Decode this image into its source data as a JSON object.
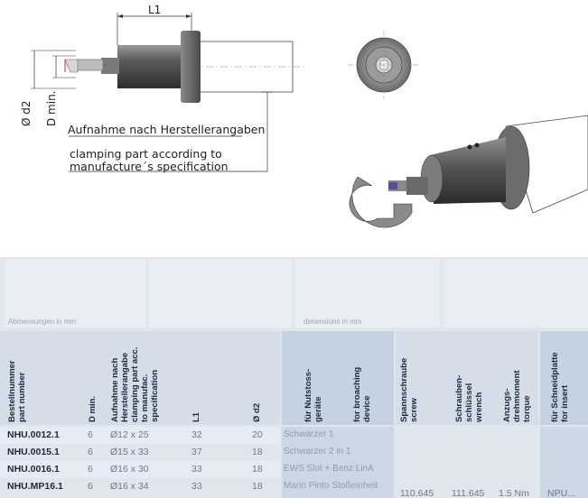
{
  "drawing": {
    "dim_l1": "L1",
    "dim_d2": "Ø d2",
    "dim_dmin": "D min.",
    "caption_de": "Aufnahme nach Herstellerangaben",
    "caption_en_line1": "clamping part according to",
    "caption_en_line2": "manufacture´s specification"
  },
  "table": {
    "units_de": "Abmessungen in mm",
    "units_en": "dimensions in mm",
    "headers": {
      "part_number": [
        "Bestellnummer",
        "part number"
      ],
      "dmin": "D min.",
      "clamping": [
        "Aufnahme nach",
        "Herstellerangabe",
        "clamping part acc.",
        "to manufac.",
        "specification"
      ],
      "l1": "L1",
      "d2": "Ø d2",
      "broaching": [
        "für Nutstoss-",
        "geräte"
      ],
      "broaching_en": [
        "for broaching",
        "device"
      ],
      "screw": [
        "Spannschraube",
        "screw"
      ],
      "wrench": [
        "Schrauben-",
        "schlüssel",
        "wrench"
      ],
      "torque": [
        "Anzugs-",
        "drehmoment",
        "torque"
      ],
      "insert": [
        "für Schneidplatte",
        "for insert"
      ]
    },
    "rows": [
      {
        "part": "NHU.0012.1",
        "dmin": "6",
        "clamp": "Ø12 x 25",
        "l1": "32",
        "d2": "20",
        "device": "Schwarzer 1"
      },
      {
        "part": "NHU.0015.1",
        "dmin": "6",
        "clamp": "Ø15 x 33",
        "l1": "37",
        "d2": "18",
        "device": "Schwarzer 2 in 1"
      },
      {
        "part": "NHU.0016.1",
        "dmin": "6",
        "clamp": "Ø16 x 30",
        "l1": "33",
        "d2": "18",
        "device": "EWS Slot  +  Benz LinA"
      },
      {
        "part": "NHU.MP16.1",
        "dmin": "6",
        "clamp": "Ø16 x 34",
        "l1": "33",
        "d2": "18",
        "device": "Mario Pinto Stoßeinheit"
      }
    ],
    "shared": {
      "screw": "110.645",
      "wrench": "111.645",
      "torque": "1.5 Nm",
      "insert": "NPU..."
    }
  }
}
